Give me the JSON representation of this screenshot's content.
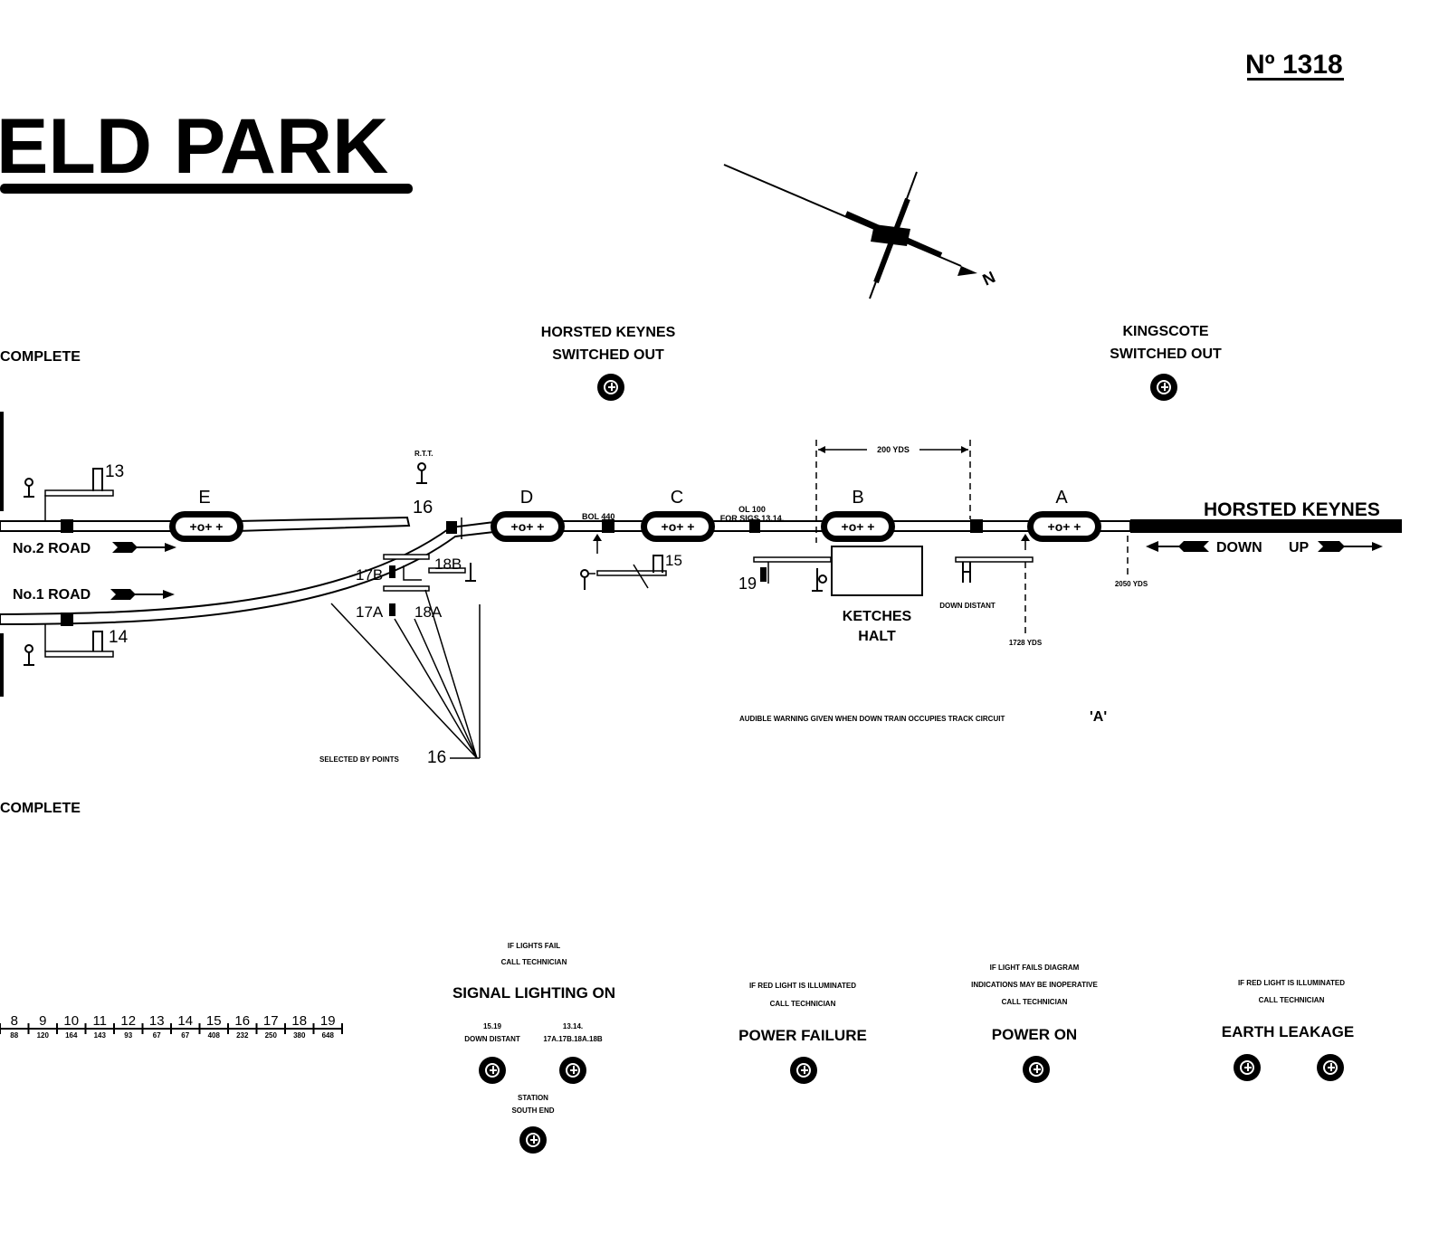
{
  "header": {
    "title": "ELD PARK",
    "diagram_number": "Nº 1318"
  },
  "compass": {
    "north_label": "N"
  },
  "panel_top": {
    "complete_top": "COMPLETE",
    "complete_bottom": "COMPLETE",
    "hk_switched_line1": "HORSTED  KEYNES",
    "hk_switched_line2": "SWITCHED  OUT",
    "kc_switched_line1": "KINGSCOTE",
    "kc_switched_line2": "SWITCHED  OUT"
  },
  "track": {
    "roads": [
      "No.2  ROAD",
      "No.1  ROAD"
    ],
    "track_circuits": [
      "E",
      "D",
      "C",
      "B",
      "A"
    ],
    "destination": "HORSTED  KEYNES",
    "direction_down": "DOWN",
    "direction_up": "UP",
    "halt_line1": "KETCHES",
    "halt_line2": "HALT",
    "down_distant": "DOWN  DISTANT",
    "distance_200": "200  YDS",
    "distance_2050": "2050  YDS",
    "distance_1728": "1728  YDS",
    "bol_label": "BOL  440",
    "ol_line1": "OL  100",
    "ol_line2": "FOR  SIGS 13.14.",
    "rtt_label": "R.T.T.",
    "selected_by_points": "SELECTED  BY  POINTS",
    "audible_warning": "AUDIBLE  WARNING  GIVEN  WHEN  DOWN  TRAIN  OCCUPIES  TRACK  CIRCUIT",
    "audible_circuit": "'A'",
    "signal_numbers": {
      "s13": "13",
      "s14": "14",
      "s15": "15",
      "s16": "16",
      "s16b": "16",
      "s17b": "17B",
      "s17a": "17A",
      "s18b": "18B",
      "s18a": "18A",
      "s19": "19"
    }
  },
  "lever_scale": {
    "numbers": [
      "8",
      "9",
      "10",
      "11",
      "12",
      "13",
      "14",
      "15",
      "16",
      "17",
      "18",
      "19"
    ],
    "values": [
      "88",
      "120",
      "164",
      "143",
      "93",
      "67",
      "67",
      "408",
      "232",
      "250",
      "380",
      "648"
    ]
  },
  "indicators": {
    "signal_lighting_note1": "IF  LIGHTS  FAIL",
    "signal_lighting_note2": "CALL  TECHNICIAN",
    "signal_lighting_title": "SIGNAL  LIGHTING  ON",
    "lamp1_line1": "15.19",
    "lamp1_line2": "DOWN  DISTANT",
    "lamp2_line1": "13.14.",
    "lamp2_line2": "17A.17B.18A.18B",
    "lamp3_line1": "STATION",
    "lamp3_line2": "SOUTH  END",
    "power_failure_note1": "IF  RED  LIGHT  IS  ILLUMINATED",
    "power_failure_note2": "CALL  TECHNICIAN",
    "power_failure_title": "POWER  FAILURE",
    "power_on_note1": "IF  LIGHT  FAILS  DIAGRAM",
    "power_on_note2": "INDICATIONS  MAY  BE  INOPERATIVE",
    "power_on_note3": "CALL  TECHNICIAN",
    "power_on_title": "POWER  ON",
    "earth_note1": "IF  RED  LIGHT  IS  ILLUMINATED",
    "earth_note2": "CALL  TECHNICIAN",
    "earth_title": "EARTH  LEAKAGE"
  }
}
